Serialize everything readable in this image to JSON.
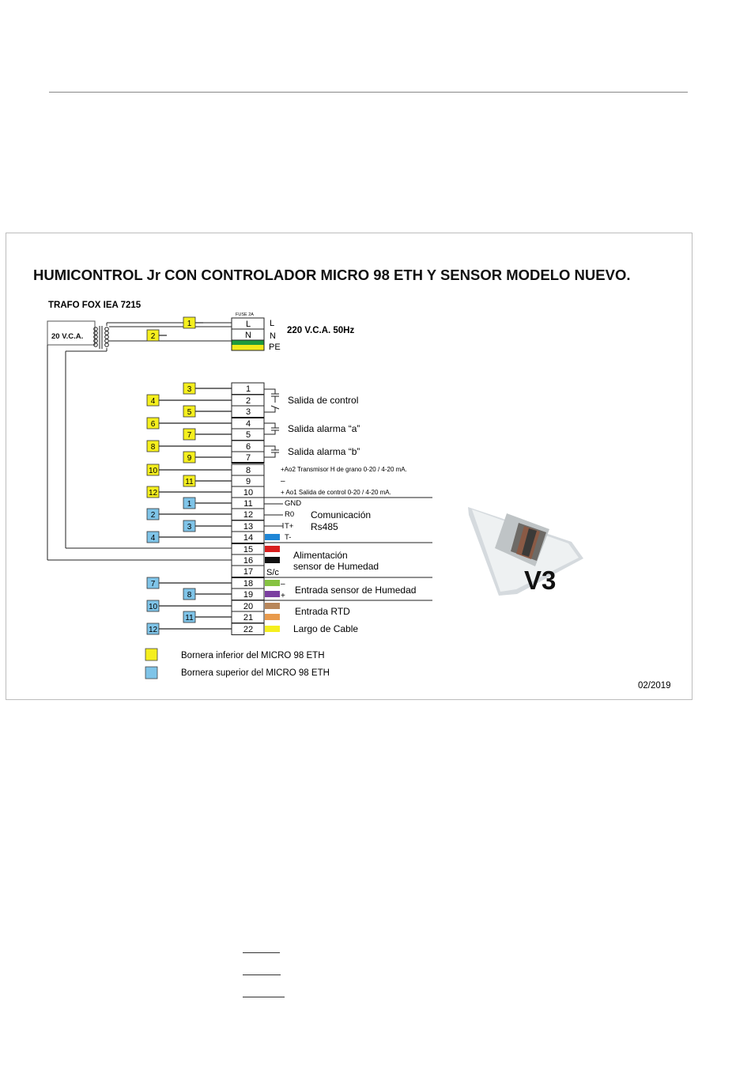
{
  "diagram": {
    "title": "HUMICONTROL Jr CON CONTROLADOR MICRO 98 ETH Y SENSOR MODELO NUEVO.",
    "transformer_label": "TRAFO FOX IEA 7215",
    "secondary_voltage": "20 V.C.A.",
    "fuse_label": "FUSE 2A",
    "power_label": "220 V.C.A.  50Hz",
    "date": "02/2019",
    "version_badge": "V3",
    "colors": {
      "yellow_terminal": "#f5ef1e",
      "blue_terminal": "#7fc4e8",
      "pe_green": "#1f9a3c",
      "pe_yellow": "#f2ea1a"
    },
    "power_terminals": [
      {
        "code": "L",
        "side": "L"
      },
      {
        "code": "N",
        "side": "N"
      },
      {
        "code": "",
        "side": "PE"
      }
    ],
    "terminal_numbers": [
      "1",
      "2",
      "3",
      "4",
      "5",
      "6",
      "7",
      "8",
      "9",
      "10",
      "11",
      "12",
      "13",
      "14",
      "15",
      "16",
      "17",
      "18",
      "19",
      "20",
      "21",
      "22"
    ],
    "left_badges": [
      {
        "num": "1",
        "color": "yellow"
      },
      {
        "num": "2",
        "color": "yellow"
      },
      {
        "num": "3",
        "color": "yellow"
      },
      {
        "num": "4",
        "color": "yellow"
      },
      {
        "num": "5",
        "color": "yellow"
      },
      {
        "num": "6",
        "color": "yellow"
      },
      {
        "num": "7",
        "color": "yellow"
      },
      {
        "num": "8",
        "color": "yellow"
      },
      {
        "num": "9",
        "color": "yellow"
      },
      {
        "num": "10",
        "color": "yellow"
      },
      {
        "num": "11",
        "color": "yellow"
      },
      {
        "num": "12",
        "color": "yellow"
      },
      {
        "num": "1",
        "color": "blue"
      },
      {
        "num": "2",
        "color": "blue"
      },
      {
        "num": "3",
        "color": "blue"
      },
      {
        "num": "4",
        "color": "blue"
      },
      {
        "num": "7",
        "color": "blue"
      },
      {
        "num": "8",
        "color": "blue"
      },
      {
        "num": "10",
        "color": "blue"
      },
      {
        "num": "11",
        "color": "blue"
      },
      {
        "num": "12",
        "color": "blue"
      }
    ],
    "labels": {
      "salida_control": "Salida de control",
      "alarma_a": "Salida alarma “a”",
      "alarma_b": "Salida alarma “b”",
      "ao2": "+Ao2 Transmisor H de grano 0-20 / 4-20 mA.",
      "minus9": "–",
      "ao1": "+ Ao1 Salida de control 0-20 / 4-20 mA.",
      "gnd": "GND",
      "r0": "R0",
      "tplus": "T+",
      "tminus": "T-",
      "comunicacion": "Comunicación",
      "rs485": "Rs485",
      "alimentacion": "Alimentación",
      "sensor_humedad": "sensor de Humedad",
      "sc": "S/c",
      "minus18": "–",
      "plus19": "+",
      "entrada_sensor": "Entrada sensor de Humedad",
      "entrada_rtd": "Entrada RTD",
      "largo_cable": "Largo de Cable"
    },
    "wire_colors": {
      "14": "#1f86d6",
      "15": "#d81e1e",
      "16": "#111111",
      "18": "#86c341",
      "19": "#7b3fa0",
      "20": "#b8865a",
      "21": "#e89a4c",
      "22": "#f5ef1e"
    },
    "legend": [
      {
        "color": "#f5ef1e",
        "text": "Bornera inferior del MICRO 98 ETH"
      },
      {
        "color": "#7fc4e8",
        "text": "Bornera superior del MICRO 98 ETH"
      }
    ]
  }
}
